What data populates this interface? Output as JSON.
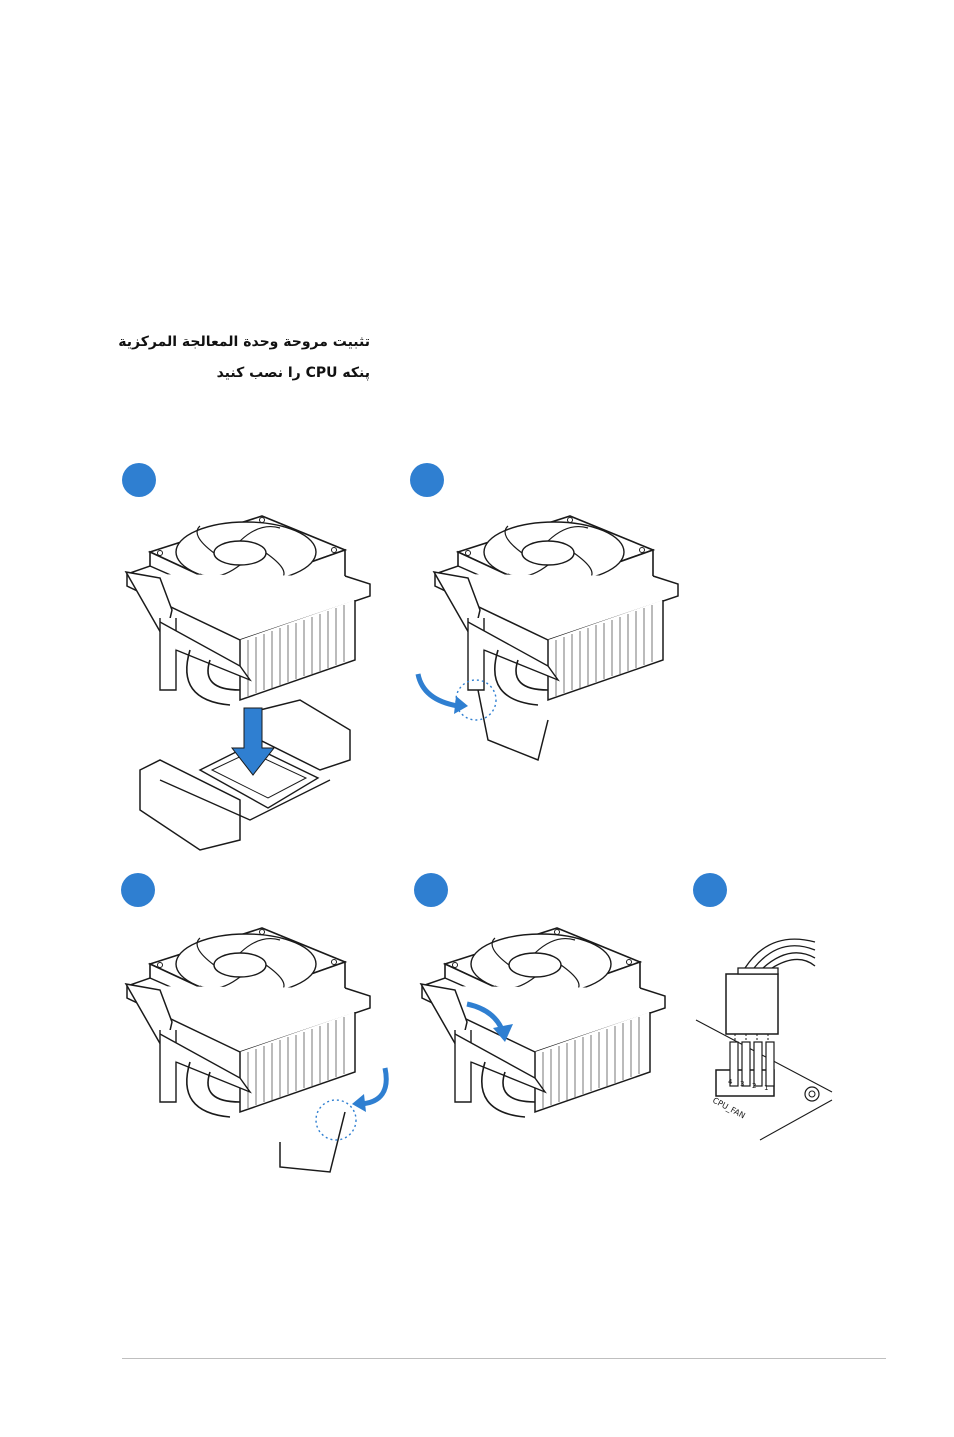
{
  "heading": {
    "line1": "تثبيت مروحة وحدة المعالجة المركزية",
    "line2": "پنکه CPU را نصب کنید"
  },
  "steps": [
    {
      "label": ""
    },
    {
      "label": ""
    },
    {
      "label": ""
    },
    {
      "label": ""
    },
    {
      "label": ""
    }
  ],
  "connector": {
    "label": "CPU_FAN",
    "pins": [
      "4",
      "3",
      "2",
      "1"
    ]
  },
  "colors": {
    "accent": "#2f7fd1",
    "line": "#1a1a1a",
    "rule": "#bfbfbf"
  }
}
